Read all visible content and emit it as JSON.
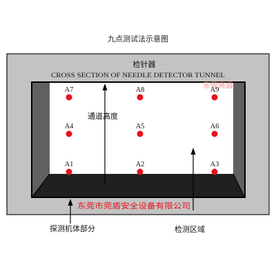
{
  "title": "九点测试法示意图",
  "detector_label": "检针器",
  "cross_section_label": "CROSS SECTION OF NEEDLE DETECTOR TUNNEL",
  "watermark_top": "东莞亮盾",
  "height_label": "通道高度",
  "company_label": "东莞市莞盾安全设备有限公司",
  "machine_body_label": "探测机体部分",
  "detection_area_label": "检测区域",
  "points": [
    "A7",
    "A8",
    "A9",
    "A4",
    "A5",
    "A6",
    "A1",
    "A2",
    "A3"
  ],
  "colors": {
    "outer_body": "#c3c3c3",
    "tunnel_walls": "#606060",
    "tunnel_floor": "#202020",
    "points": "#e8111c",
    "watermark": "#e87878",
    "company_text": "#e8111c"
  }
}
